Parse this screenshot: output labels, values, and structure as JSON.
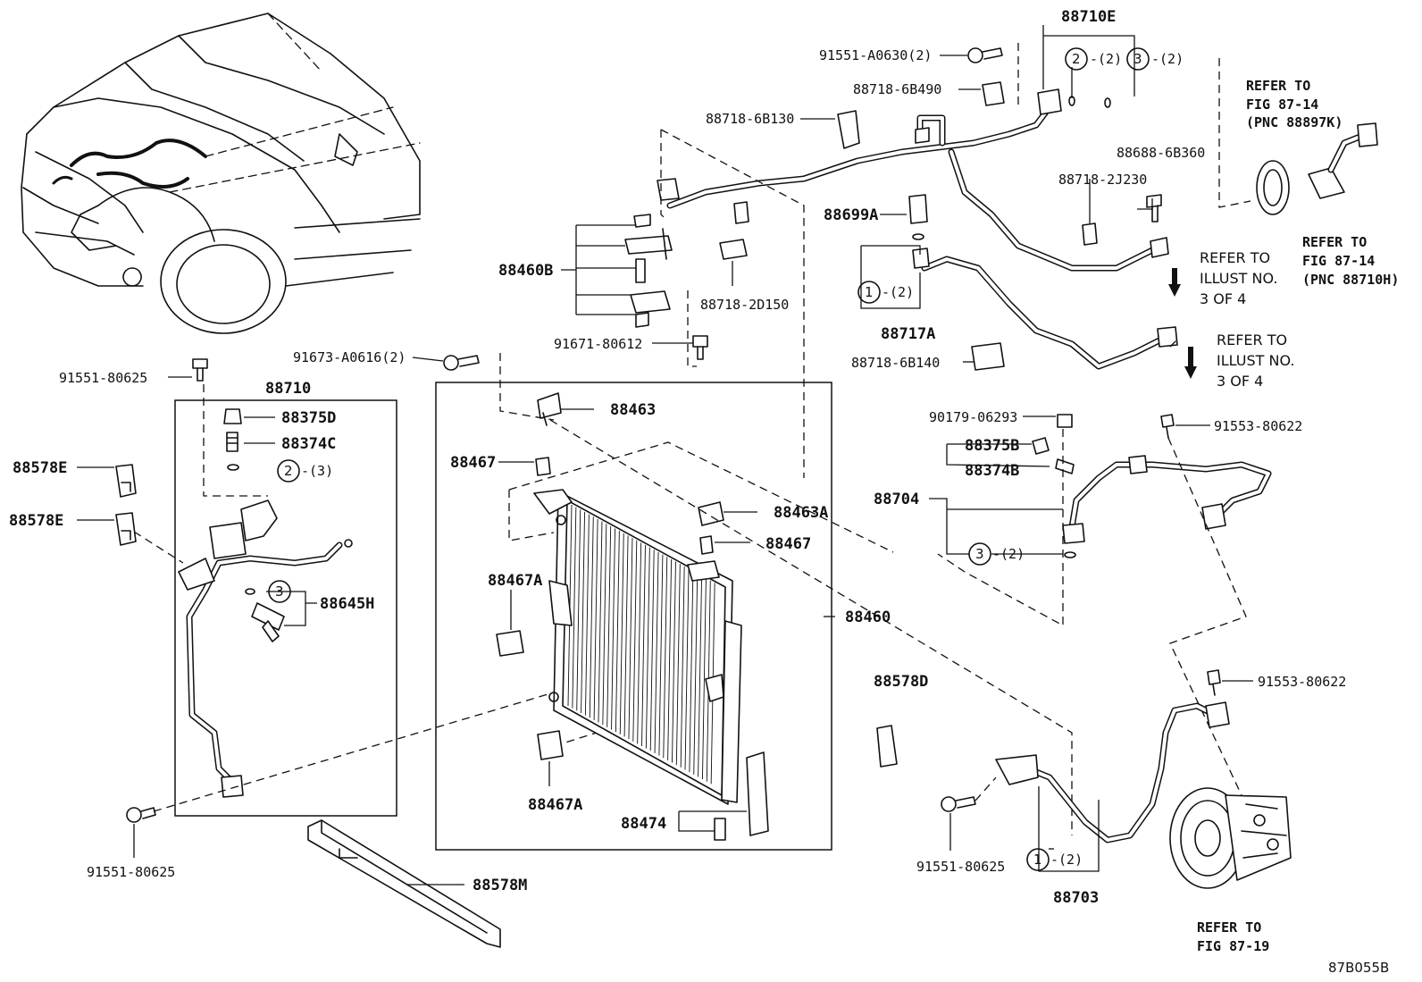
{
  "labels": {
    "p88710E": "88710E",
    "p91551A0630": "91551-A0630(2)",
    "p887186B490": "88718-6B490",
    "p887186B130": "88718-6B130",
    "p886886B360": "88688-6B360",
    "p887182J230": "88718-2J230",
    "p88699A": "88699A",
    "p88460B": "88460B",
    "p887182D150": "88718-2D150",
    "p88717A": "88717A",
    "p91671": "91671-80612",
    "p91673": "91673-A0616(2)",
    "p887186B140": "88718-6B140",
    "p91551_80625a": "91551-80625",
    "p88710": "88710",
    "p88375D": "88375D",
    "p88374C": "88374C",
    "p88578E_1": "88578E",
    "p88578E_2": "88578E",
    "p88645H": "88645H",
    "p88463": "88463",
    "p88467_1": "88467",
    "p88463A": "88463A",
    "p88467_2": "88467",
    "p88467A_1": "88467A",
    "p88460": "88460",
    "p88467A_2": "88467A",
    "p88474": "88474",
    "p88578M": "88578M",
    "p91551_80625b": "91551-80625",
    "p90179": "90179-06293",
    "p91553_a": "91553-80622",
    "p88375B": "88375B",
    "p88374B": "88374B",
    "p88704": "88704",
    "p88578D": "88578D",
    "p91553_b": "91553-80622",
    "p91551_80625c": "91551-80625",
    "p88703": "88703"
  },
  "circles": {
    "c2_top": "2",
    "c2_top_qty": "-(2)",
    "c3_top": "3",
    "c3_top_qty": "-(2)",
    "c1_717": "1",
    "c1_717_qty": "-(2)",
    "c2_710": "2",
    "c2_710_qty": "-(3)",
    "c3_710": "3",
    "c3_704": "3",
    "c3_704_qty": "-(2)",
    "c1_703": "1",
    "c1_703_qty": "-(2)"
  },
  "references": {
    "ref_fig_a": [
      "REFER TO",
      "FIG 87-14",
      "(PNC 88897K)"
    ],
    "ref_fig_b": [
      "REFER TO",
      "FIG 87-14",
      "(PNC 88710H)"
    ],
    "ref_illust_a": [
      "REFER TO",
      "ILLUST NO.",
      "3 OF 4"
    ],
    "ref_illust_b": [
      "REFER TO",
      "ILLUST NO.",
      "3 OF 4"
    ],
    "ref_fig_c": [
      "REFER TO",
      "FIG 87-19"
    ]
  },
  "figure_id": "87B055B"
}
